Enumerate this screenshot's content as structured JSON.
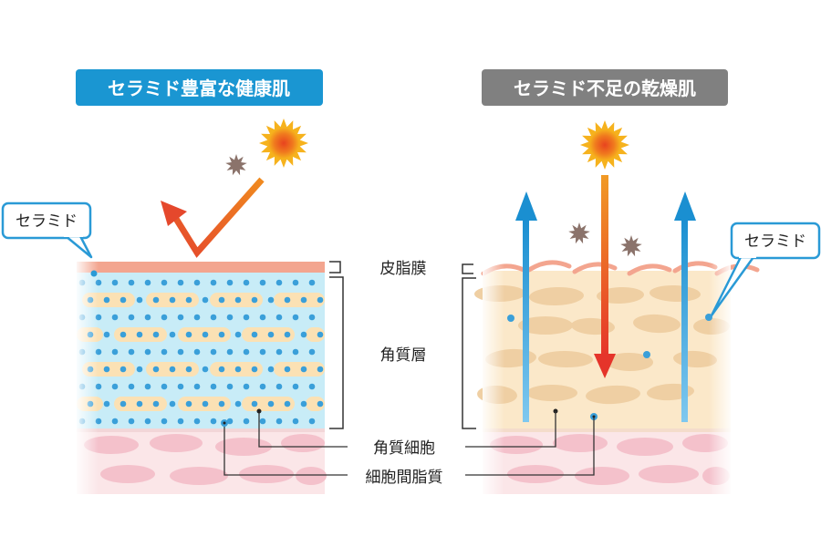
{
  "left_panel": {
    "title": "セラミド豊富な健康肌",
    "title_color": "#1a96d2",
    "callout": "セラミド"
  },
  "right_panel": {
    "title": "セラミド不足の乾燥肌",
    "title_color": "#808080",
    "callout": "セラミド"
  },
  "labels": {
    "sebum_film": "皮脂膜",
    "stratum_corneum": "角質層",
    "corneocyte": "角質細胞",
    "intercellular_lipid": "細胞間脂質"
  },
  "colors": {
    "sebum": "#f3a58f",
    "healthy_layer": "#c8ecf7",
    "ceramide_dot": "#3a9fd9",
    "cell": "#fbe1b4",
    "dry_layer": "#fbe8c9",
    "dry_cell": "#efcfa3",
    "dermis": "#fbe6e8",
    "dermis_cell": "#f4c1cb",
    "reflect_arrow": "#e5482c",
    "uv_arrow": "#e8432a",
    "moisture_arrow": "#2a9ad6",
    "callout_border": "#2a9ad6"
  },
  "icons": [
    "sun-icon",
    "allergen-icon"
  ]
}
